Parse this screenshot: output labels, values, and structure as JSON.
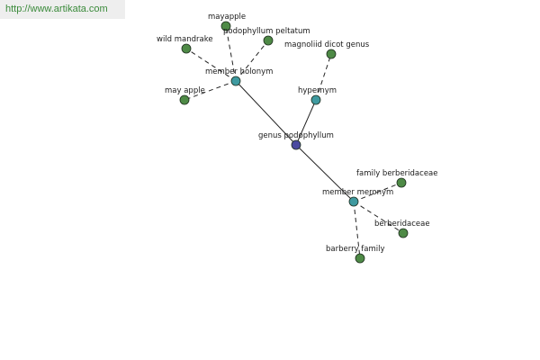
{
  "banner": {
    "url": "http://www.artikata.com"
  },
  "colors": {
    "center_node": "#4a4aa0",
    "relation_node": "#3f9aa0",
    "leaf_node": "#4e8a46",
    "edge": "#222222",
    "banner_text": "#3a8a3a",
    "banner_bg": "#eeeeee"
  },
  "graph": {
    "nodes": [
      {
        "id": "center",
        "label": "genus podophyllum",
        "kind": "center"
      },
      {
        "id": "member_holonym",
        "label": "member holonym",
        "kind": "relation"
      },
      {
        "id": "hypernym",
        "label": "hypernym",
        "kind": "relation"
      },
      {
        "id": "member_meronym",
        "label": "member meronym",
        "kind": "relation"
      },
      {
        "id": "mayapple",
        "label": "mayapple",
        "kind": "leaf"
      },
      {
        "id": "podophyllum_peltatum",
        "label": "podophyllum peltatum",
        "kind": "leaf"
      },
      {
        "id": "wild_mandrake",
        "label": "wild mandrake",
        "kind": "leaf"
      },
      {
        "id": "may_apple",
        "label": "may apple",
        "kind": "leaf"
      },
      {
        "id": "magnoliid_dicot_genus",
        "label": "magnoliid dicot genus",
        "kind": "leaf"
      },
      {
        "id": "family_berberidaceae",
        "label": "family berberidaceae",
        "kind": "leaf"
      },
      {
        "id": "berberidaceae",
        "label": "berberidaceae",
        "kind": "leaf"
      },
      {
        "id": "barberry_family",
        "label": "barberry family",
        "kind": "leaf"
      }
    ],
    "edges": [
      {
        "from": "center",
        "to": "member_holonym",
        "style": "solid"
      },
      {
        "from": "center",
        "to": "hypernym",
        "style": "solid"
      },
      {
        "from": "center",
        "to": "member_meronym",
        "style": "solid"
      },
      {
        "from": "member_holonym",
        "to": "mayapple",
        "style": "dashed"
      },
      {
        "from": "member_holonym",
        "to": "podophyllum_peltatum",
        "style": "dashed"
      },
      {
        "from": "member_holonym",
        "to": "wild_mandrake",
        "style": "dashed"
      },
      {
        "from": "member_holonym",
        "to": "may_apple",
        "style": "dashed"
      },
      {
        "from": "hypernym",
        "to": "magnoliid_dicot_genus",
        "style": "dashed"
      },
      {
        "from": "member_meronym",
        "to": "family_berberidaceae",
        "style": "dashed"
      },
      {
        "from": "member_meronym",
        "to": "berberidaceae",
        "style": "dashed"
      },
      {
        "from": "member_meronym",
        "to": "barberry_family",
        "style": "dashed"
      }
    ]
  }
}
